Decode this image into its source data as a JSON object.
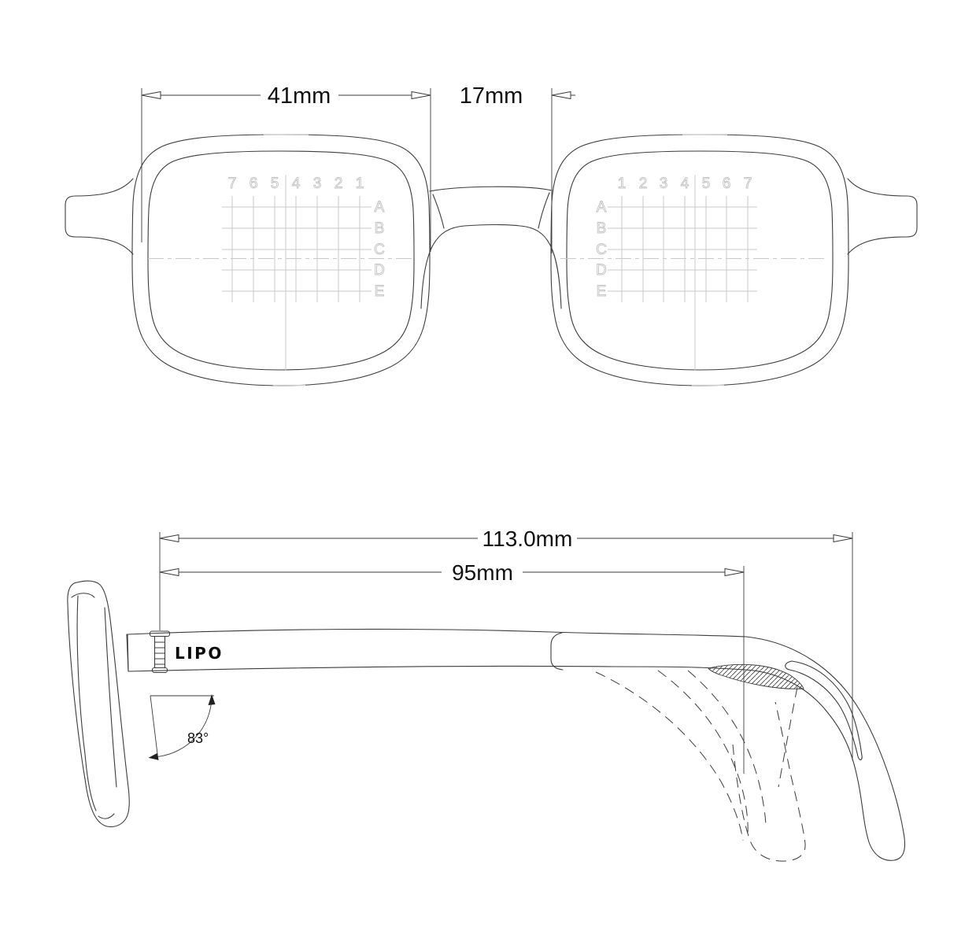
{
  "drawing": {
    "type": "eyeglasses technical drawing",
    "colors": {
      "line": "#3c3c3c",
      "grid": "#cacaca",
      "grid_label": "#c2c2c2",
      "dimension_text": "#111111",
      "background": "#ffffff"
    },
    "front_view": {
      "dimensions": {
        "lens_width": "41mm",
        "bridge_width": "17mm"
      },
      "left_lens_grid": {
        "columns": [
          "7",
          "6",
          "5",
          "4",
          "3",
          "2",
          "1"
        ],
        "rows": [
          "A",
          "B",
          "C",
          "D",
          "E"
        ]
      },
      "right_lens_grid": {
        "columns": [
          "1",
          "2",
          "3",
          "4",
          "5",
          "6",
          "7"
        ],
        "rows": [
          "A",
          "B",
          "C",
          "D",
          "E"
        ]
      }
    },
    "side_view": {
      "dimensions": {
        "temple_total_length": "113.0mm",
        "temple_length_to_bend": "95mm",
        "pantoscopic_angle": "83°"
      },
      "brand": "LIPO"
    }
  }
}
